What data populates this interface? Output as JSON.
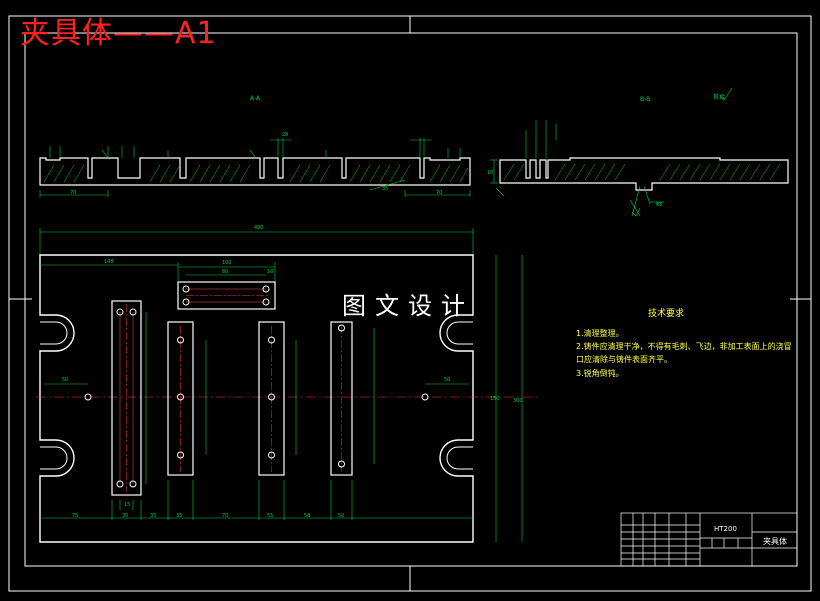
{
  "drawing": {
    "title": "夹具体——A1",
    "watermark": "图文设计",
    "section_aa": "A-A",
    "section_bb": "B-B",
    "roughness_note": "其余",
    "material": "HT200",
    "part_name": "夹具体"
  },
  "tech_requirements": {
    "title": "技术要求",
    "lines": [
      "1.清理整理。",
      "2.铸件应清理干净，不得有毛刺、飞边，非加工表面上的浇冒",
      "口应清除与铸件表面齐平。",
      "3.锐角倒钝。"
    ]
  },
  "dimensions": {
    "overall_length": "490",
    "top_left": "148",
    "slot_outer": "100",
    "slot_inner": "80",
    "slot_end": "10",
    "left_offset": "50",
    "right_offset": "50",
    "height_total": "300",
    "height_mid": "150",
    "bottom_75": "75",
    "bottom_35a": "35",
    "bottom_35b": "35",
    "bottom_70": "70",
    "bottom_55": "55",
    "bottom_58": "58",
    "bottom_50": "50",
    "bottom_15": "15",
    "bottom_30": "30",
    "sec_70a": "70",
    "sec_70b": "70",
    "sec_35": "35",
    "sec_28": "28",
    "sec_h": "10",
    "sec_r": "R5"
  }
}
